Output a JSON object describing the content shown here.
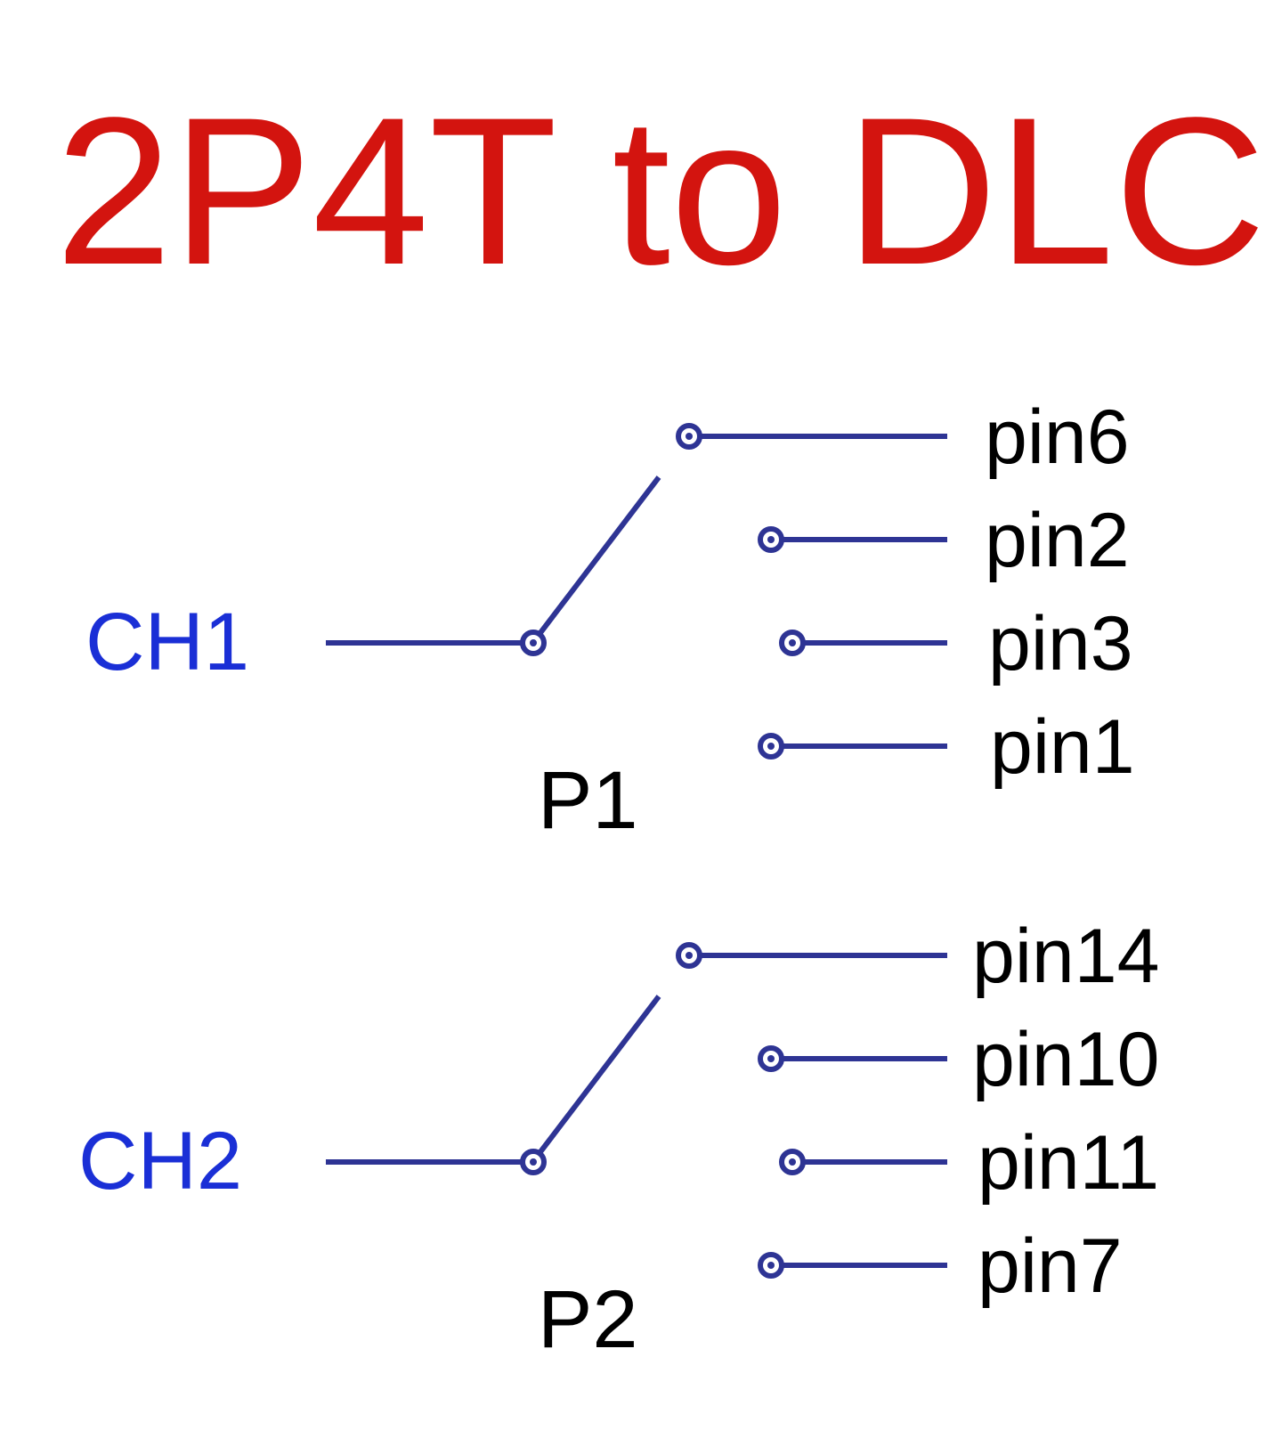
{
  "title": "2P4T to DLC",
  "colors": {
    "title": "#d3140f",
    "channel": "#1a2fd6",
    "wire": "#2e3494",
    "label": "#000000"
  },
  "switches": [
    {
      "channel": "CH1",
      "pole": "P1",
      "pins": [
        "pin6",
        "pin2",
        "pin3",
        "pin1"
      ],
      "selected_pin": "pin6"
    },
    {
      "channel": "CH2",
      "pole": "P2",
      "pins": [
        "pin14",
        "pin10",
        "pin11",
        "pin7"
      ],
      "selected_pin": "pin14"
    }
  ]
}
